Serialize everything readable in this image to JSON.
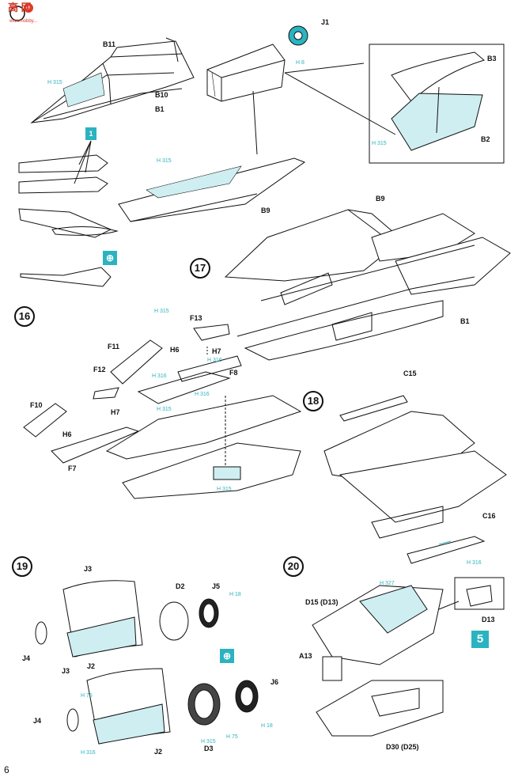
{
  "page_number": "6",
  "watermark": {
    "title": "高 网",
    "subtitle": "www.hobby..."
  },
  "steps": {
    "s16": "16",
    "s17": "17",
    "s18": "18",
    "s19": "19",
    "s20": "20"
  },
  "flags": {
    "flag_1": "1",
    "flag_5": "5"
  },
  "parts": {
    "J1": "J1",
    "B11": "B11",
    "B10": "B10",
    "B1": "B1",
    "B9": "B9",
    "B3": "B3",
    "B2": "B2",
    "B9_b": "B9",
    "B1_b": "B1",
    "F13": "F13",
    "F11": "F11",
    "H6": "H6",
    "H7": "H7",
    "F8": "F8",
    "F12": "F12",
    "F10": "F10",
    "H7_b": "H7",
    "H6_b": "H6",
    "F7": "F7",
    "C15": "C15",
    "C16": "C16",
    "J3": "J3",
    "D2": "D2",
    "J5": "J5",
    "J4": "J4",
    "J2": "J2",
    "J3_b": "J3",
    "J6": "J6",
    "J4_b": "J4",
    "D3": "D3",
    "J2_b": "J2",
    "D15": "D15 (D13)",
    "A13": "A13",
    "D30": "D30 (D25)",
    "D13": "D13"
  },
  "paints": {
    "p1": "H 315",
    "p2": "H 8",
    "p3": "H 315",
    "p4": "H 315",
    "p5": "H 315",
    "p6": "H 316",
    "p7": "H 316",
    "p8": "H 316",
    "p9": "H 315",
    "p10": "H 315",
    "p11": "H 316",
    "p12": "H 18",
    "p13": "H 75",
    "p14": "H 315",
    "p15": "H 75",
    "p16": "H 18",
    "p17": "H 316",
    "p18": "H 327"
  }
}
